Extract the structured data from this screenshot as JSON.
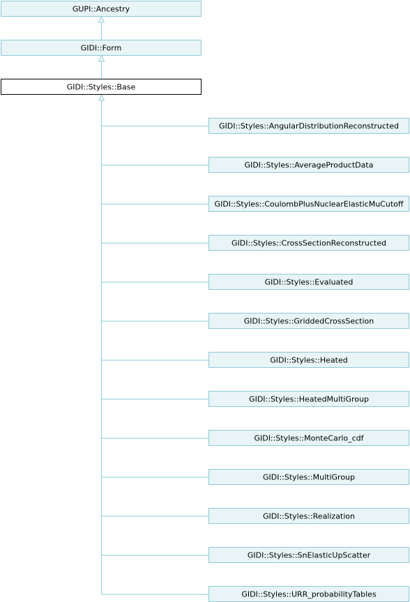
{
  "colors": {
    "node_fill": "#e8f4f5",
    "node_border": "#8ec8d6",
    "current_fill": "#ffffff",
    "current_border": "#000000",
    "edge": "#8ec8d6"
  },
  "ancestors": [
    {
      "label": "GUPI::Ancestry"
    },
    {
      "label": "GIDI::Form"
    }
  ],
  "current": {
    "label": "GIDI::Styles::Base"
  },
  "children": [
    {
      "label": "GIDI::Styles::AngularDistributionReconstructed"
    },
    {
      "label": "GIDI::Styles::AverageProductData"
    },
    {
      "label": "GIDI::Styles::CoulombPlusNuclearElasticMuCutoff"
    },
    {
      "label": "GIDI::Styles::CrossSectionReconstructed"
    },
    {
      "label": "GIDI::Styles::Evaluated"
    },
    {
      "label": "GIDI::Styles::GriddedCrossSection"
    },
    {
      "label": "GIDI::Styles::Heated"
    },
    {
      "label": "GIDI::Styles::HeatedMultiGroup"
    },
    {
      "label": "GIDI::Styles::MonteCarlo_cdf"
    },
    {
      "label": "GIDI::Styles::MultiGroup"
    },
    {
      "label": "GIDI::Styles::Realization"
    },
    {
      "label": "GIDI::Styles::SnElasticUpScatter"
    },
    {
      "label": "GIDI::Styles::URR_probabilityTables"
    }
  ]
}
